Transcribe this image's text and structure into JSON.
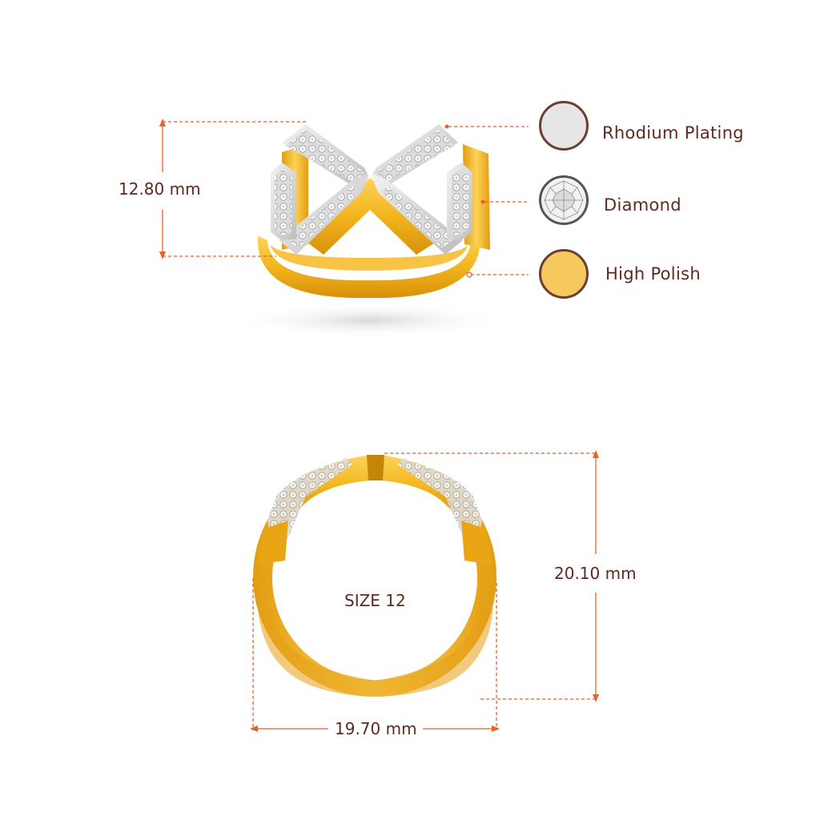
{
  "dimensions": {
    "height_top": "12.80 mm",
    "height_side": "20.10 mm",
    "width_side": "19.70 mm",
    "size": "SIZE 12"
  },
  "legend": [
    {
      "label": "Rhodium Plating",
      "icon": "rhodium-swatch-icon",
      "color": "#e6e6e6"
    },
    {
      "label": "Diamond",
      "icon": "diamond-swatch-icon",
      "color": "#f2f2f2"
    },
    {
      "label": "High Polish",
      "icon": "high-polish-swatch-icon",
      "color": "#f7c85e"
    }
  ],
  "colors": {
    "text": "#5c2a1e",
    "dimension_line": "#e8622a",
    "gold": "#f2b51c",
    "gold_dark": "#d8900c",
    "rhodium": "#e2e2e2"
  }
}
